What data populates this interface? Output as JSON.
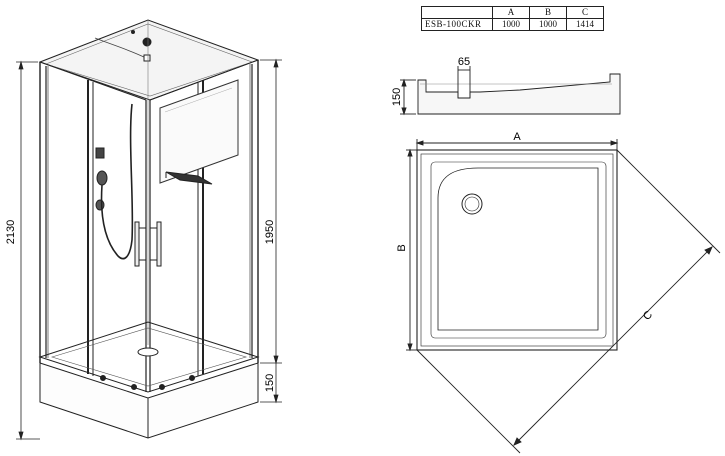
{
  "spec_table": {
    "headers": [
      "",
      "A",
      "B",
      "C"
    ],
    "rows": [
      {
        "model": "ESB-100CKR",
        "a": "1000",
        "b": "1000",
        "c": "1414"
      }
    ]
  },
  "cabin": {
    "total_height": "2130",
    "cabin_height": "1950",
    "base_height": "150"
  },
  "tray_section": {
    "height": "150",
    "drain_depth": "65"
  },
  "tray_plan": {
    "side_a": "A",
    "side_b": "B",
    "diagonal_c": "C"
  }
}
